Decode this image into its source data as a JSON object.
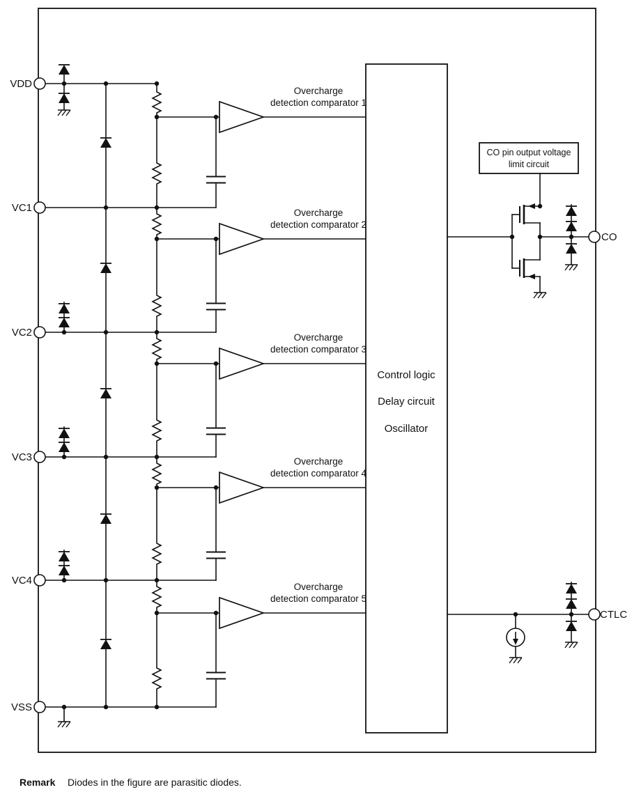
{
  "diagram": {
    "pins_left": [
      {
        "label": "VDD"
      },
      {
        "label": "VC1"
      },
      {
        "label": "VC2"
      },
      {
        "label": "VC3"
      },
      {
        "label": "VC4"
      },
      {
        "label": "VSS"
      }
    ],
    "pins_right": [
      {
        "label": "CO"
      },
      {
        "label": "CTLC"
      }
    ],
    "comparators": [
      {
        "line1": "Overcharge",
        "line2": "detection comparator 1"
      },
      {
        "line1": "Overcharge",
        "line2": "detection comparator 2"
      },
      {
        "line1": "Overcharge",
        "line2": "detection comparator 3"
      },
      {
        "line1": "Overcharge",
        "line2": "detection comparator 4"
      },
      {
        "line1": "Overcharge",
        "line2": "detection comparator 5"
      }
    ],
    "control_block": {
      "line1": "Control logic",
      "line2": "Delay circuit",
      "line3": "Oscillator"
    },
    "co_limit_box": {
      "line1": "CO pin output voltage",
      "line2": "limit circuit"
    },
    "remark": {
      "label": "Remark",
      "text": "Diodes in the figure are parasitic diodes."
    },
    "colors": {
      "line": "#111111",
      "background": "#ffffff"
    }
  }
}
